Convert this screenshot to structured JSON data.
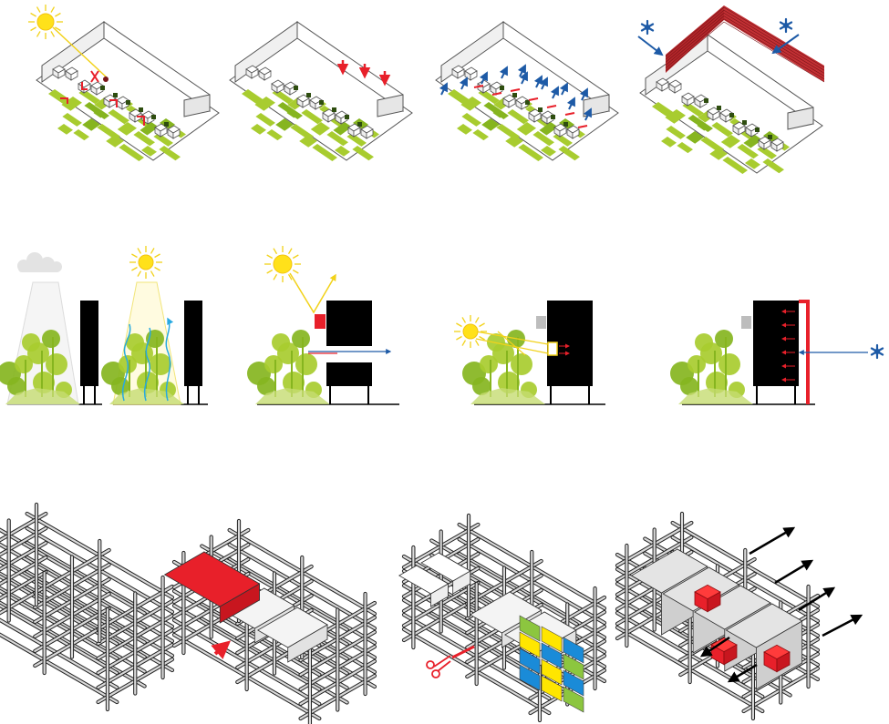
{
  "palette": {
    "green": "#a8cc2f",
    "green_dark": "#86b51f",
    "red": "#e8202a",
    "brick": "#b3262a",
    "blue": "#1d5aa6",
    "cyan": "#27a9e1",
    "sun": "#ffe11a",
    "sun_ray": "#f2d21a",
    "black": "#000000",
    "grey": "#bdbdbd",
    "yellow_tile": "#ffe600",
    "green_tile": "#8cc63f",
    "blue_tile": "#1a8bd8"
  },
  "panels": [
    {
      "id": "site-sun-shading",
      "icons": [
        "sun-icon",
        "red-branch-symbol"
      ]
    },
    {
      "id": "site-red-arrows",
      "icons": [
        "down-arrow-icon"
      ]
    },
    {
      "id": "site-blue-arrows",
      "icons": [
        "blue-arrow-icon",
        "red-mark"
      ]
    },
    {
      "id": "site-red-wall",
      "icons": [
        "snowflake-icon",
        "brick-wall"
      ]
    },
    {
      "id": "section-cloud-sun-trees",
      "icons": [
        "cloud-icon",
        "sun-icon",
        "wavy-line-icon"
      ]
    },
    {
      "id": "section-sun-reflection",
      "icons": [
        "sun-icon",
        "red-box",
        "blue-arrow-icon"
      ]
    },
    {
      "id": "section-sun-window",
      "icons": [
        "sun-icon",
        "grey-box",
        "red-arrow-icon"
      ]
    },
    {
      "id": "section-wall-cold",
      "icons": [
        "grey-box",
        "red-arrow-icon",
        "snowflake-icon"
      ]
    },
    {
      "id": "frame-empty",
      "icons": [
        "pipe-frame"
      ]
    },
    {
      "id": "frame-red-insert",
      "icons": [
        "red-box",
        "red-arrow-icon"
      ]
    },
    {
      "id": "frame-cut-tiles",
      "icons": [
        "scissors-icon",
        "color-tiles"
      ]
    },
    {
      "id": "frame-export-arrows",
      "icons": [
        "red-cube",
        "black-arrow-icon"
      ]
    }
  ]
}
